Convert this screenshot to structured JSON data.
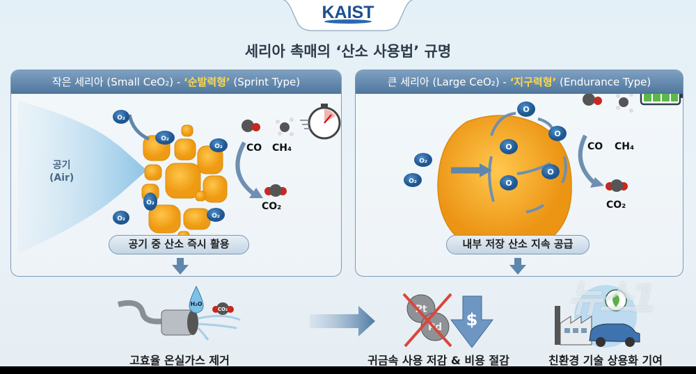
{
  "logo": {
    "text": "KAIST"
  },
  "title": "세리아 촉매의 ‘산소 사용법’ 규명",
  "left_panel": {
    "header_prefix": "작은 세리아 (Small CeO₂) - ",
    "header_highlight": "‘순발력형’",
    "header_suffix": " (Sprint Type)",
    "air_label": "공기",
    "air_label_en": "(Air)",
    "o2_label": "O₂",
    "co_label": "CO",
    "ch4_label": "CH₄",
    "co2_label": "CO₂",
    "pill": "공기 중 산소 즉시 활용",
    "icons": [
      "stopwatch-icon"
    ]
  },
  "right_panel": {
    "header_prefix": "큰 세리아 (Large CeO₂) - ",
    "header_highlight": "‘지구력형’",
    "header_suffix": " (Endurance Type)",
    "o2_label": "O₂",
    "o_label": "O",
    "co_label": "CO",
    "ch4_label": "CH₄",
    "co2_label": "CO₂",
    "pill": "내부 저장 산소 지속 공급",
    "battery_level": 1.0,
    "icons": [
      "battery-full-icon"
    ]
  },
  "bottom": {
    "exhaust": {
      "h2o": "H₂O",
      "co2": "CO₂",
      "label": "고효율 온실가스 제거"
    },
    "cost": {
      "pt": "Pt",
      "pd": "Pd",
      "dollar": "$",
      "label": "귀금속 사용 저감 & 비용 절감"
    },
    "eco": {
      "label": "친환경 기술 상용화 기여"
    }
  },
  "watermark": "뉴스1",
  "colors": {
    "header": "#5f86ab",
    "highlight": "#ffd84a",
    "ceria": "#f3a51f",
    "oxygen": "#2f6eaa",
    "logo": "#1b4f8f"
  }
}
